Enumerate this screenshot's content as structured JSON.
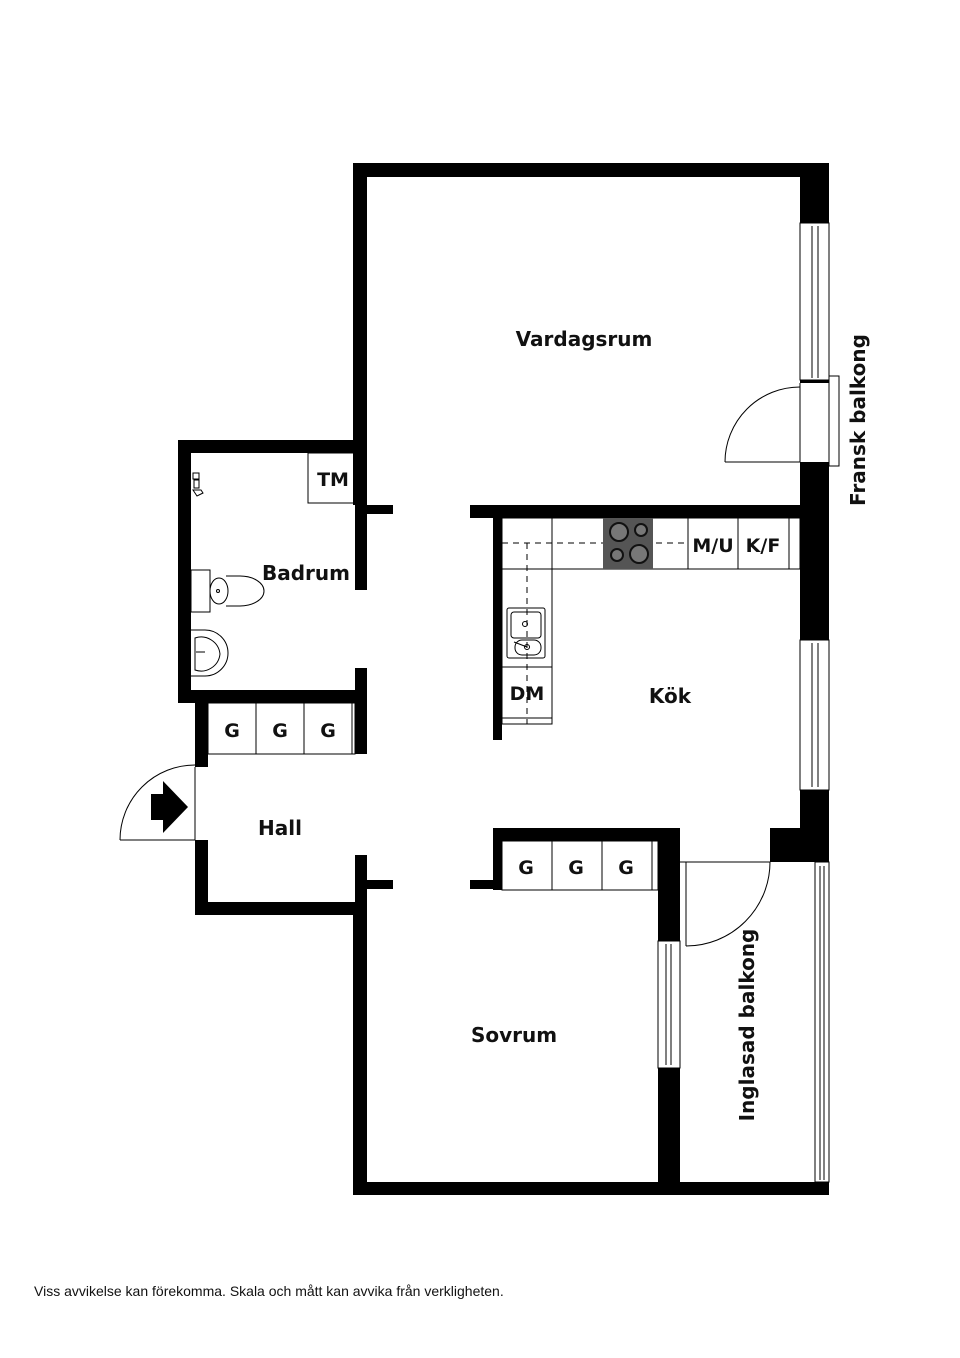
{
  "plan": {
    "rooms": [
      {
        "id": "vardagsrum",
        "label": "Vardagsrum"
      },
      {
        "id": "badrum",
        "label": "Badrum"
      },
      {
        "id": "kok",
        "label": "Kök"
      },
      {
        "id": "hall",
        "label": "Hall"
      },
      {
        "id": "sovrum",
        "label": "Sovrum"
      },
      {
        "id": "fransk_balkong",
        "label": "Fransk balkong"
      },
      {
        "id": "inglasad_balkong",
        "label": "Inglasad balkong"
      }
    ],
    "fixtures": {
      "tm": "TM",
      "mu": "M/U",
      "kf": "K/F",
      "dm": "DM",
      "hall_closets": [
        "G",
        "G",
        "G"
      ],
      "sovrum_closets": [
        "G",
        "G",
        "G"
      ]
    },
    "colors": {
      "wall": "#000000",
      "background": "#ffffff",
      "stove": "#555555",
      "burner": "#777777"
    }
  },
  "footer": {
    "disclaimer": "Viss avvikelse kan förekomma. Skala och mått kan avvika från verkligheten."
  }
}
